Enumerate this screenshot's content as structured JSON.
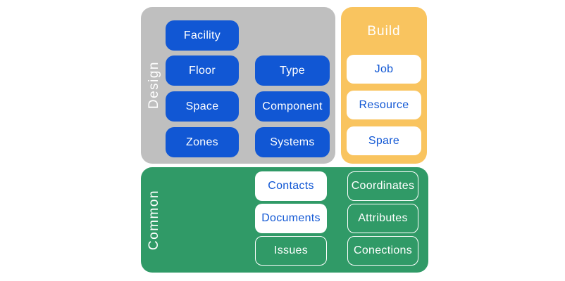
{
  "colors": {
    "design_panel_gray": "#BFBFBF",
    "build_panel_yellow": "#F9C45F",
    "common_panel_green": "#309A67",
    "node_blue": "#1157D4",
    "node_white": "#FFFFFF",
    "text_white": "#FFFFFF",
    "text_blue": "#1157D4"
  },
  "panels": {
    "design": {
      "label": "Design",
      "items": [
        "Facility",
        "Floor",
        "Type",
        "Space",
        "Component",
        "Zones",
        "Systems"
      ]
    },
    "build": {
      "label": "Build",
      "items": [
        "Job",
        "Resource",
        "Spare"
      ]
    },
    "common": {
      "label": "Common",
      "items_left": [
        "Contacts",
        "Documents",
        "Issues"
      ],
      "items_right": [
        "Coordinates",
        "Attributes",
        "Conections"
      ]
    }
  }
}
